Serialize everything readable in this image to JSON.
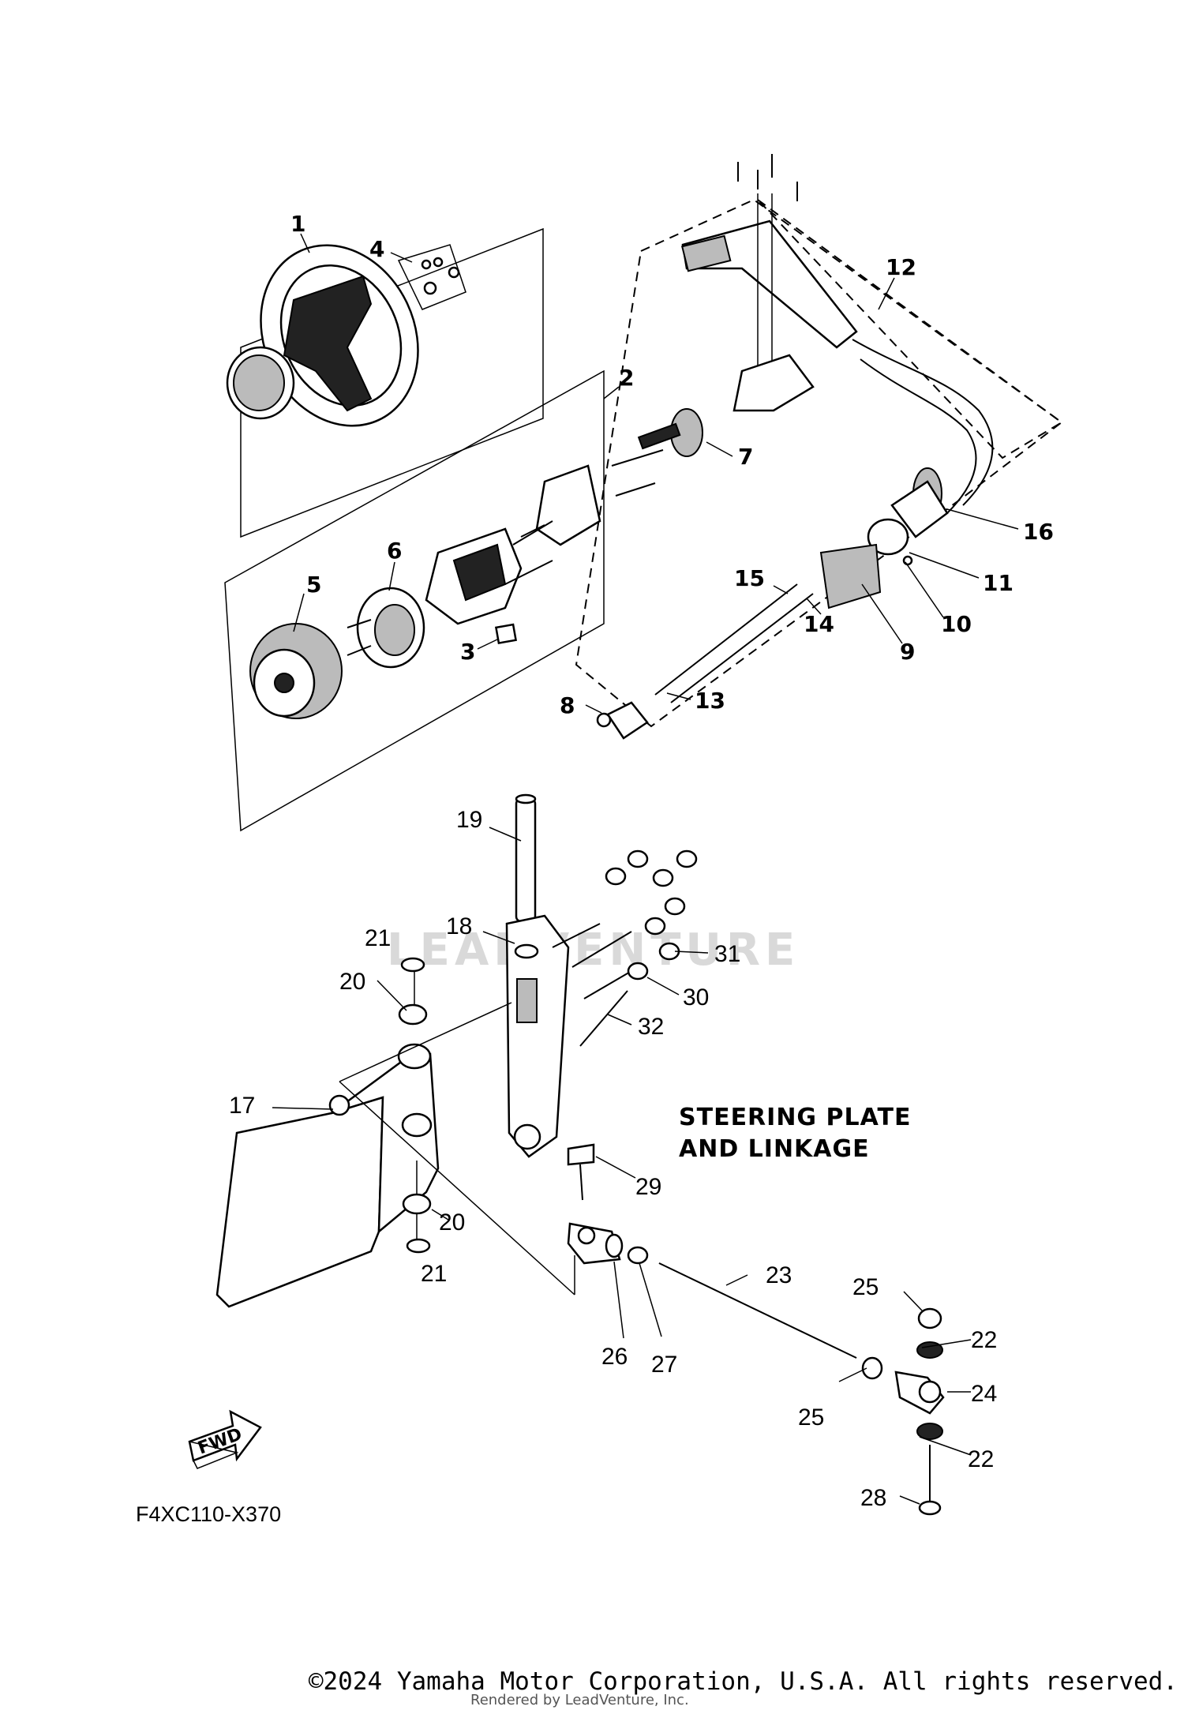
{
  "diagram": {
    "title_line1": "STEERING PLATE",
    "title_line2": "AND LINKAGE",
    "code": "F4XC110-X370",
    "fwd_label": "FWD",
    "watermark": "LEADVENTURE",
    "callouts": {
      "c1": "1",
      "c2": "2",
      "c3": "3",
      "c4": "4",
      "c5": "5",
      "c6": "6",
      "c7": "7",
      "c8": "8",
      "c9": "9",
      "c10": "10",
      "c11": "11",
      "c12": "12",
      "c13": "13",
      "c14": "14",
      "c15": "15",
      "c16": "16",
      "c17": "17",
      "c18": "18",
      "c19": "19",
      "c20": "20",
      "c21": "21",
      "c22": "22",
      "c23": "23",
      "c24": "24",
      "c25": "25",
      "c26": "26",
      "c27": "27",
      "c28": "28",
      "c29": "29",
      "c30": "30",
      "c31": "31",
      "c32": "32"
    }
  },
  "footer": {
    "copyright": "©2024 Yamaha Motor Corporation, U.S.A. All rights reserved.",
    "rendered_by": "Rendered by LeadVenture, Inc."
  }
}
